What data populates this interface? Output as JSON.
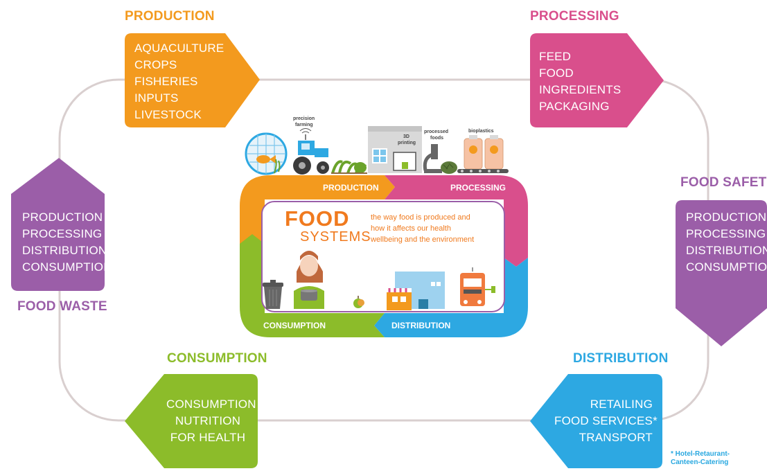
{
  "colors": {
    "production": "#f39a1e",
    "processing": "#d94f8c",
    "distribution": "#2da8e2",
    "consumption": "#8cbc2a",
    "food_safety": "#9b5ea8",
    "food_waste": "#9b5ea8",
    "loop_line": "#d9cfcf"
  },
  "outer": {
    "production": {
      "title": "PRODUCTION",
      "items": [
        "AQUACULTURE",
        "CROPS",
        "FISHERIES",
        "INPUTS",
        "LIVESTOCK"
      ]
    },
    "processing": {
      "title": "PROCESSING",
      "items": [
        "FEED",
        "FOOD",
        "INGREDIENTS",
        "PACKAGING"
      ]
    },
    "food_safety": {
      "title": "FOOD SAFETY",
      "items": [
        "PRODUCTION",
        "PROCESSING",
        "DISTRIBUTION",
        "CONSUMPTION"
      ]
    },
    "food_waste": {
      "title": "FOOD WASTE",
      "items": [
        "PRODUCTION",
        "PROCESSING",
        "DISTRIBUTION",
        "CONSUMPTION"
      ]
    },
    "distribution": {
      "title": "DISTRIBUTION",
      "items": [
        "RETAILING",
        "FOOD SERVICES*",
        "TRANSPORT"
      ],
      "note_line1": "* Hotel-Retaurant-",
      "note_line2": "Canteen-Catering"
    },
    "consumption": {
      "title": "CONSUMPTION",
      "items": [
        "CONSUMPTION",
        "NUTRITION",
        "FOR HEALTH"
      ]
    }
  },
  "center": {
    "labels": {
      "production": "PRODUCTION",
      "processing": "PROCESSING",
      "consumption": "CONSUMPTION",
      "distribution": "DISTRIBUTION"
    },
    "brand_word1": "FOOD",
    "brand_word2": "SYSTEMS",
    "tagline_1": "the way food is produced and",
    "tagline_2": "how it affects our health",
    "tagline_3": "wellbeing and the environment",
    "illustrations": {
      "precision_1": "precision",
      "precision_2": "farming",
      "printing_1": "3D",
      "printing_2": "printing",
      "processed_1": "processed",
      "processed_2": "foods",
      "bioplastics": "bioplastics"
    }
  }
}
